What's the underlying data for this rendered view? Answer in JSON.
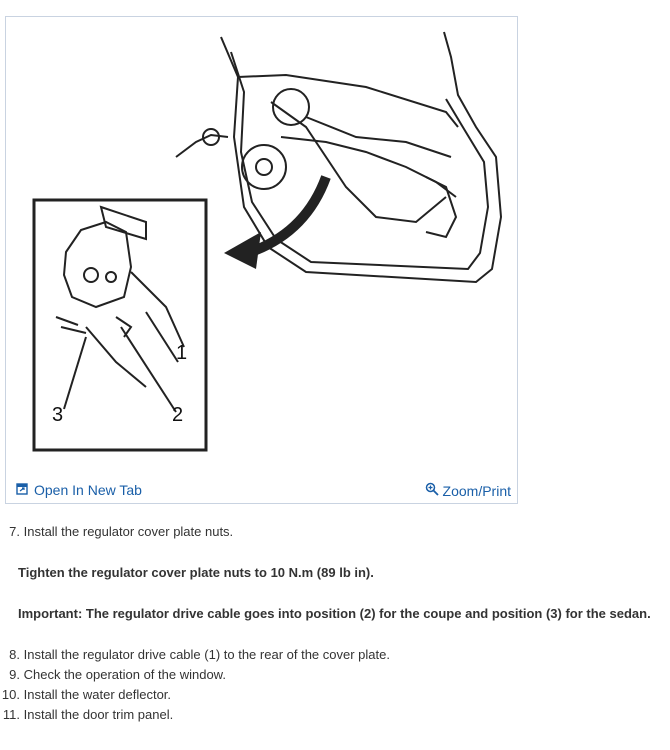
{
  "figure": {
    "callouts": {
      "one": "1",
      "two": "2",
      "three": "3"
    },
    "open_tab_label": "Open In New Tab",
    "zoom_label": "Zoom/Print",
    "link_color": "#1a5fa8"
  },
  "steps": [
    {
      "num": "7.",
      "text": " Install the regulator cover plate nuts."
    },
    {
      "num": "8.",
      "text": " Install the regulator drive cable (1) to the rear of the cover plate."
    },
    {
      "num": "9.",
      "text": " Check the operation of the window."
    },
    {
      "num": "10.",
      "text": " Install the water deflector."
    },
    {
      "num": "11.",
      "text": " Install the door trim panel."
    }
  ],
  "notes": {
    "tighten": "Tighten the regulator cover plate nuts to 10 N.m (89 lb in).",
    "important": "Important: The regulator drive cable goes into position (2) for the coupe and position (3) for the sedan."
  }
}
